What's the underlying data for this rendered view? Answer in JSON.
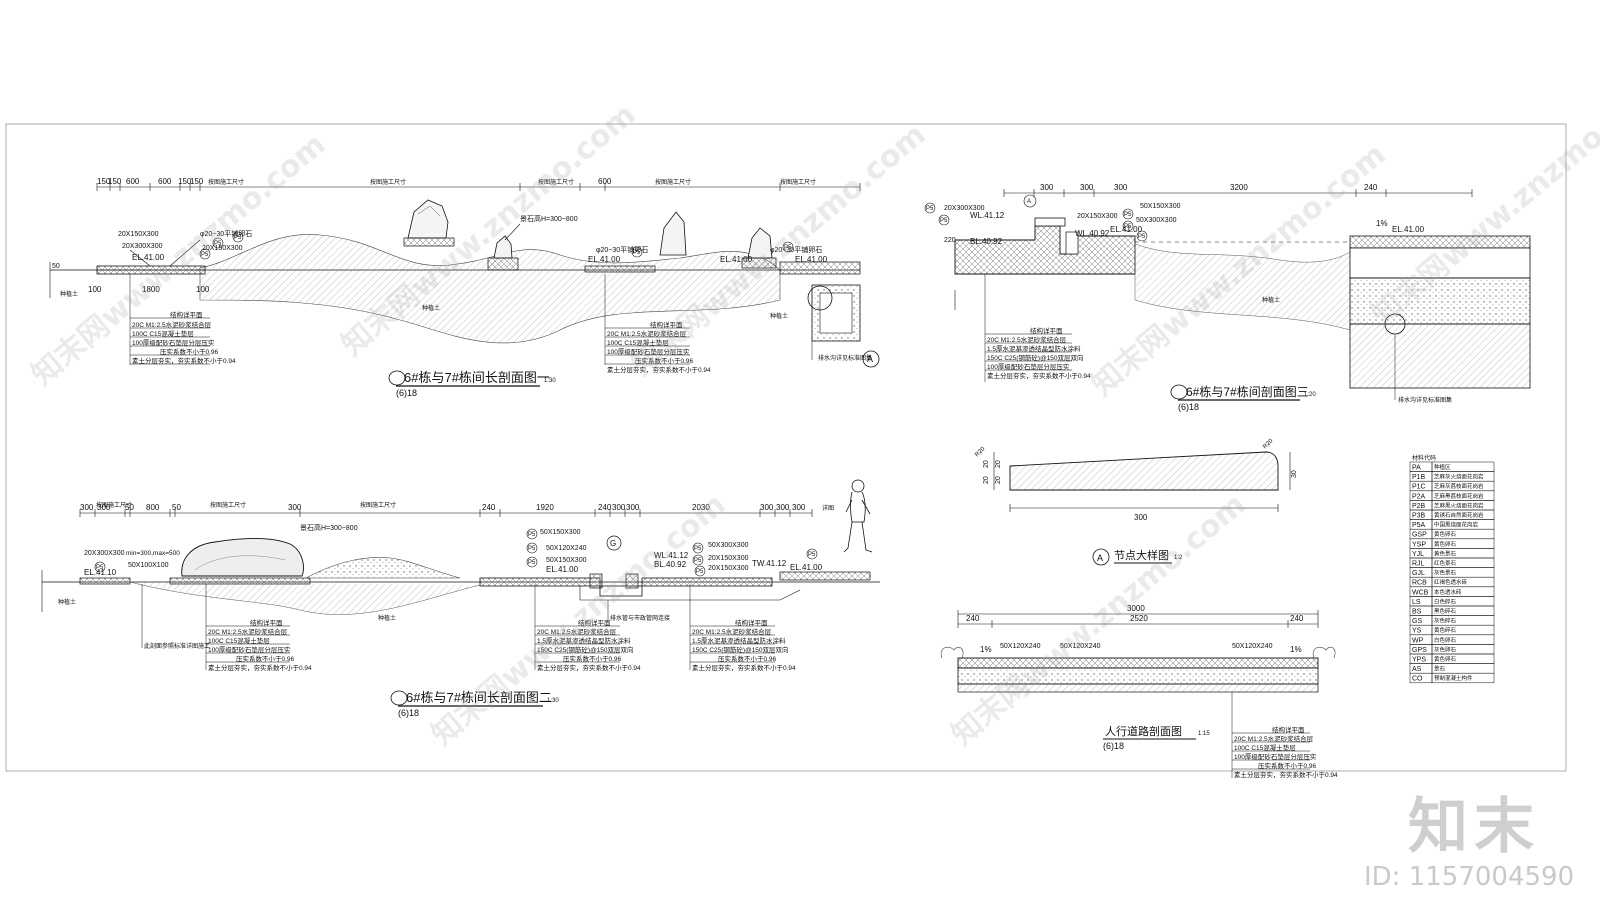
{
  "colors": {
    "line": "#111111",
    "hatch": "#555555",
    "watermark": "#c8c8c8"
  },
  "watermark": {
    "text": "知末网www.znzmo.com"
  },
  "brand": {
    "logo": "知末",
    "id": "ID: 1157004590"
  },
  "sections": {
    "s1": {
      "title": "6#栋与7#栋间长剖面图一",
      "scale": "1:30",
      "ref": "(6)18",
      "dims": [
        "150",
        "150",
        "600",
        "600",
        "150",
        "150",
        "1800",
        "100",
        "100",
        "600"
      ],
      "dim_notes": [
        "按图施工尺寸",
        "按图施工尺寸",
        "按图施工尺寸",
        "按图施工尺寸",
        "按图施工尺寸"
      ],
      "labels": [
        "20X150X300",
        "20X300X300",
        "20X150X300",
        "EL.41.00",
        "EL.41.00",
        "EL.41.00",
        "EL.41.00",
        "φ20~30平铺卵石",
        "φ20~30平铺卵石",
        "φ20~30平铺卵石",
        "景石高H=300~800",
        "种植土",
        "种植土",
        "种植土",
        "50"
      ],
      "tags": [
        "P5",
        "P5",
        "P5",
        "P5",
        "P5"
      ],
      "spec_a": [
        "结构详平面",
        "20C M1:2.5水泥砂浆结合层",
        "100C C15混凝土垫层",
        "100厚级配砂石垫层分层压实",
        "压实系数不小于0.96",
        "素土分层夯实，夯实系数不小于0.94"
      ],
      "spec_b": [
        "结构详平面",
        "20C M1:2.5水泥砂浆结合层",
        "100C C15混凝土垫层",
        "100厚级配砂石垫层分层压实",
        "压实系数不小于0.96",
        "素土分层夯实，夯实系数不小于0.94"
      ],
      "callout": "A",
      "drain_note": "排水沟详见标准图集"
    },
    "s2": {
      "title": "6#栋与7#栋间长剖面图二",
      "scale": "1:30",
      "ref": "(6)18",
      "dims": [
        "300",
        "300",
        "50",
        "800",
        "50",
        "300",
        "240",
        "1920",
        "240",
        "300",
        "300",
        "2030",
        "300",
        "300",
        "300"
      ],
      "dim_notes": [
        "按图施工尺寸",
        "按图施工尺寸",
        "按图施工尺寸",
        "详图",
        "按图施工尺寸"
      ],
      "labels": [
        "20X300X300",
        "EL.41.10",
        "50X100X100",
        "景石高H=300~800",
        "min=300,max=500",
        "50X150X300",
        "50X150X300",
        "50X120X240",
        "20X150X300",
        "EL.41.00",
        "WL.41.12",
        "BL.40.92",
        "TW.41.12",
        "EL.41.00",
        "50X300X300",
        "20X150X300",
        "种植土",
        "种植土"
      ],
      "tags": [
        "P5",
        "P5",
        "P5",
        "P5",
        "P5",
        "P5",
        "P5",
        "P5"
      ],
      "circle_mark": "G",
      "spec_a": [
        "结构详平面",
        "20C M1:2.5水泥砂浆结合层",
        "100C C15混凝土垫层",
        "100厚级配砂石垫层分层压实",
        "压实系数不小于0.96",
        "素土分层夯实，夯实系数不小于0.94"
      ],
      "spec_b": [
        "结构详平面",
        "20C M1:2.5水泥砂浆结合层",
        "1.5厚水泥基渗透结晶型防水涂料",
        "150C C25(钢筋砼)@150双层双向",
        "压实系数不小于0.96",
        "素土分层夯实，夯实系数不小于0.94"
      ],
      "note_left": "此剖面参照标准详图施工",
      "note_mid": "排水管与市政管网连接"
    },
    "s3": {
      "title": "6#栋与7#栋间剖面图三",
      "scale": "1:20",
      "ref": "(6)18",
      "dims": [
        "300",
        "300",
        "300",
        "3200",
        "240"
      ],
      "labels": [
        "20X300X300",
        "WL.41.12",
        "BL.40.92",
        "50X150X300",
        "50X300X300",
        "20X150X300",
        "WL.40.92",
        "EL.41.00",
        "EL.41.00",
        "1%",
        "220",
        "种植土"
      ],
      "tags": [
        "P5",
        "P5",
        "P5",
        "P5",
        "P5",
        "A"
      ],
      "spec": [
        "结构详平面",
        "20C M1:2.5水泥砂浆结合层",
        "1.5厚水泥基渗透结晶型防水涂料",
        "150C C25(钢筋砼)@150双层双向",
        "100厚级配砂石垫层分层压实",
        "素土分层夯实，夯实系数不小于0.94"
      ],
      "drain_note": "排水沟详见标准图集"
    },
    "detail": {
      "title": "节点大样图",
      "scale": "1:2",
      "mark": "A",
      "dims": [
        "300",
        "20",
        "20",
        "20",
        "20",
        "30",
        "R20",
        "R20"
      ]
    },
    "road": {
      "title": "人行道路剖面图",
      "scale": "1:15",
      "ref": "(6)18",
      "dims": [
        "3000",
        "240",
        "2520",
        "240"
      ],
      "labels": [
        "1%",
        "1%",
        "50X120X240",
        "50X120X240",
        "50X120X240"
      ],
      "spec": [
        "结构详平面",
        "20C M1:2.5水泥砂浆结合层",
        "100C C15混凝土垫层",
        "100厚级配砂石垫层分层压实",
        "压实系数不小于0.96",
        "素土分层夯实，夯实系数不小于0.94"
      ]
    },
    "legend": {
      "header": "材料代码",
      "rows": [
        [
          "PA",
          "种植区"
        ],
        [
          "P1B",
          "芝麻灰火烧面花岗岩"
        ],
        [
          "P1C",
          "芝麻灰荔枝面花岗岩"
        ],
        [
          "P2A",
          "芝麻黑荔枝面花岗岩"
        ],
        [
          "P2B",
          "芝麻黑火烧面花岗岩"
        ],
        [
          "P3B",
          "黄锈石自然面花岗岩"
        ],
        [
          "P5A",
          "中国黑烧面花岗岩"
        ],
        [
          "GSP",
          "黄色卵石"
        ],
        [
          "YSP",
          "黄色卵石"
        ],
        [
          "YJL",
          "黄色景石"
        ],
        [
          "RJL",
          "红色景石"
        ],
        [
          "GJL",
          "灰色景石"
        ],
        [
          "RCB",
          "红褐色透水砖"
        ],
        [
          "WCB",
          "本色透水砖"
        ],
        [
          "LS",
          "白色碎石"
        ],
        [
          "BS",
          "黑色碎石"
        ],
        [
          "GS",
          "灰色碎石"
        ],
        [
          "YS",
          "黄色碎石"
        ],
        [
          "WP",
          "白色卵石"
        ],
        [
          "GPS",
          "灰色卵石"
        ],
        [
          "YPS",
          "黄色卵石"
        ],
        [
          "AS",
          "景石"
        ],
        [
          "CO",
          "预制混凝土构件"
        ]
      ]
    }
  }
}
